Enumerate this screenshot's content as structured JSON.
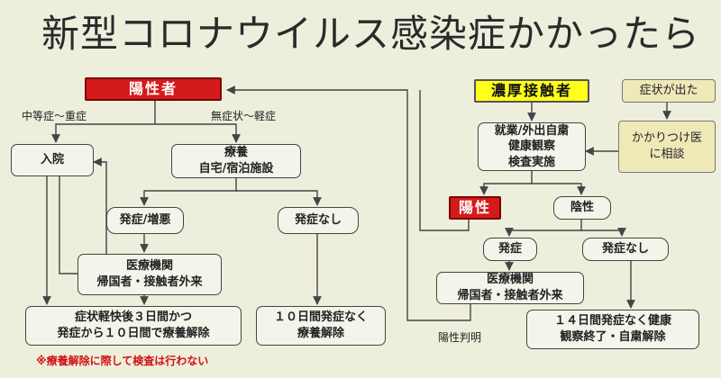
{
  "title": "新型コロナウイルス感染症かかったら",
  "nodes": {
    "positive": "陽性者",
    "close_contact": "濃厚接触者",
    "symptom": "症状が出た",
    "consult": [
      "かかりつけ医",
      "に相談"
    ],
    "hospital": "入院",
    "recuperation": [
      "療養",
      "自宅/宿泊施設"
    ],
    "onset_worse": "発症/増悪",
    "no_onset_left": "発症なし",
    "medical_left": [
      "医療機関",
      "帰国者・接触者外来"
    ],
    "release_symptom": [
      "症状軽快後３日間かつ",
      "発症から１０日間で療養解除"
    ],
    "release_10days": [
      "１０日間発症なく",
      "療養解除"
    ],
    "self_restraint": [
      "就業/外出自粛",
      "健康観察",
      "検査実施"
    ],
    "positive_right": "陽性",
    "negative": "陰性",
    "onset_right": "発症",
    "no_onset_right": "発症なし",
    "medical_right": [
      "医療機関",
      "帰国者・接触者外来"
    ],
    "release_14days": [
      "１４日間発症なく健康",
      "観察終了・自粛解除"
    ]
  },
  "labels": {
    "moderate_severe": "中等症～重症",
    "asymptomatic_mild": "無症状～軽症",
    "positive_found": "陽性判明"
  },
  "note": "※療養解除に際して検査は行わない",
  "colors": {
    "red": "#d41a1a",
    "yellow": "#ffff1a",
    "beige": "#efe9b8",
    "line": "#444444"
  }
}
